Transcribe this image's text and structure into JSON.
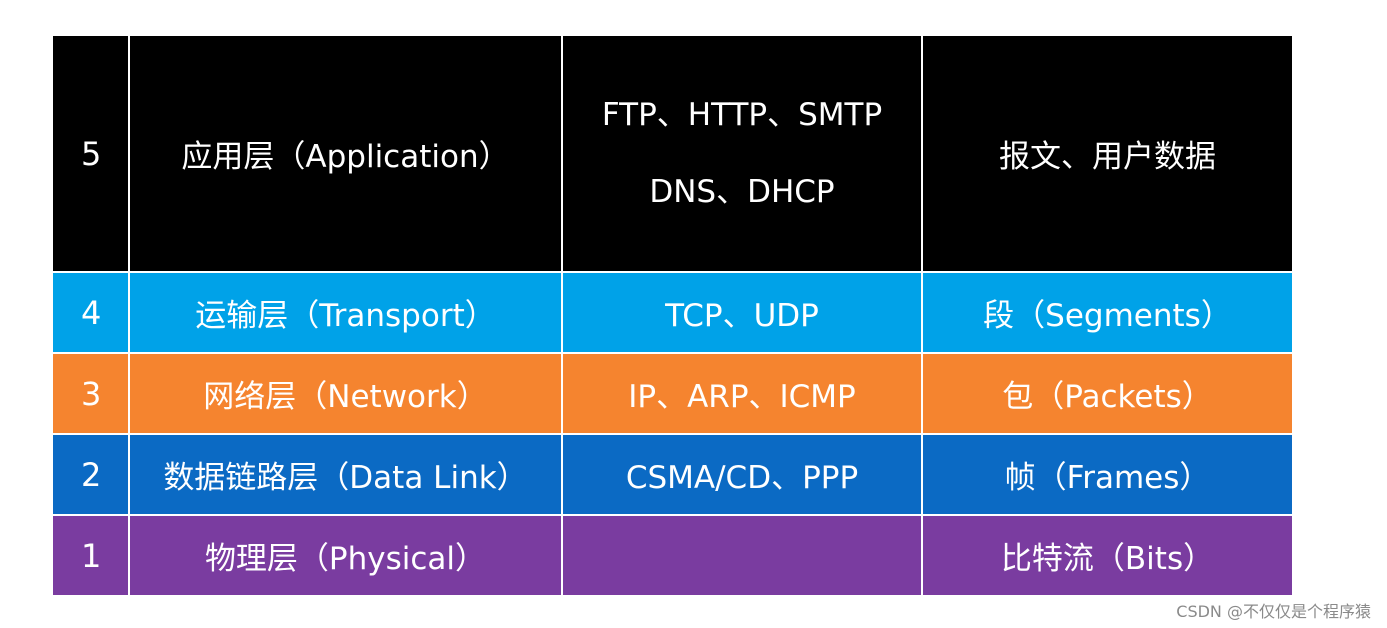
{
  "layers": [
    {
      "number": "5",
      "name": "应用层（Application）",
      "protocols": [
        "FTP、HTTP、SMTP",
        "DNS、DHCP"
      ],
      "unit": "报文、用户数据",
      "color": "#000000"
    },
    {
      "number": "4",
      "name": "运输层（Transport）",
      "protocols": [
        "TCP、UDP"
      ],
      "unit": "段（Segments）",
      "color": "#00a2e8"
    },
    {
      "number": "3",
      "name": "网络层（Network）",
      "protocols": [
        "IP、ARP、ICMP"
      ],
      "unit": "包（Packets）",
      "color": "#f5842f"
    },
    {
      "number": "2",
      "name": "数据链路层（Data Link）",
      "protocols": [
        "CSMA/CD、PPP"
      ],
      "unit": "帧（Frames）",
      "color": "#0b6ac4"
    },
    {
      "number": "1",
      "name": "物理层（Physical）",
      "protocols": [
        ""
      ],
      "unit": "比特流（Bits）",
      "color": "#7a3ca0"
    }
  ],
  "watermark": "CSDN @不仅仅是个程序猿"
}
